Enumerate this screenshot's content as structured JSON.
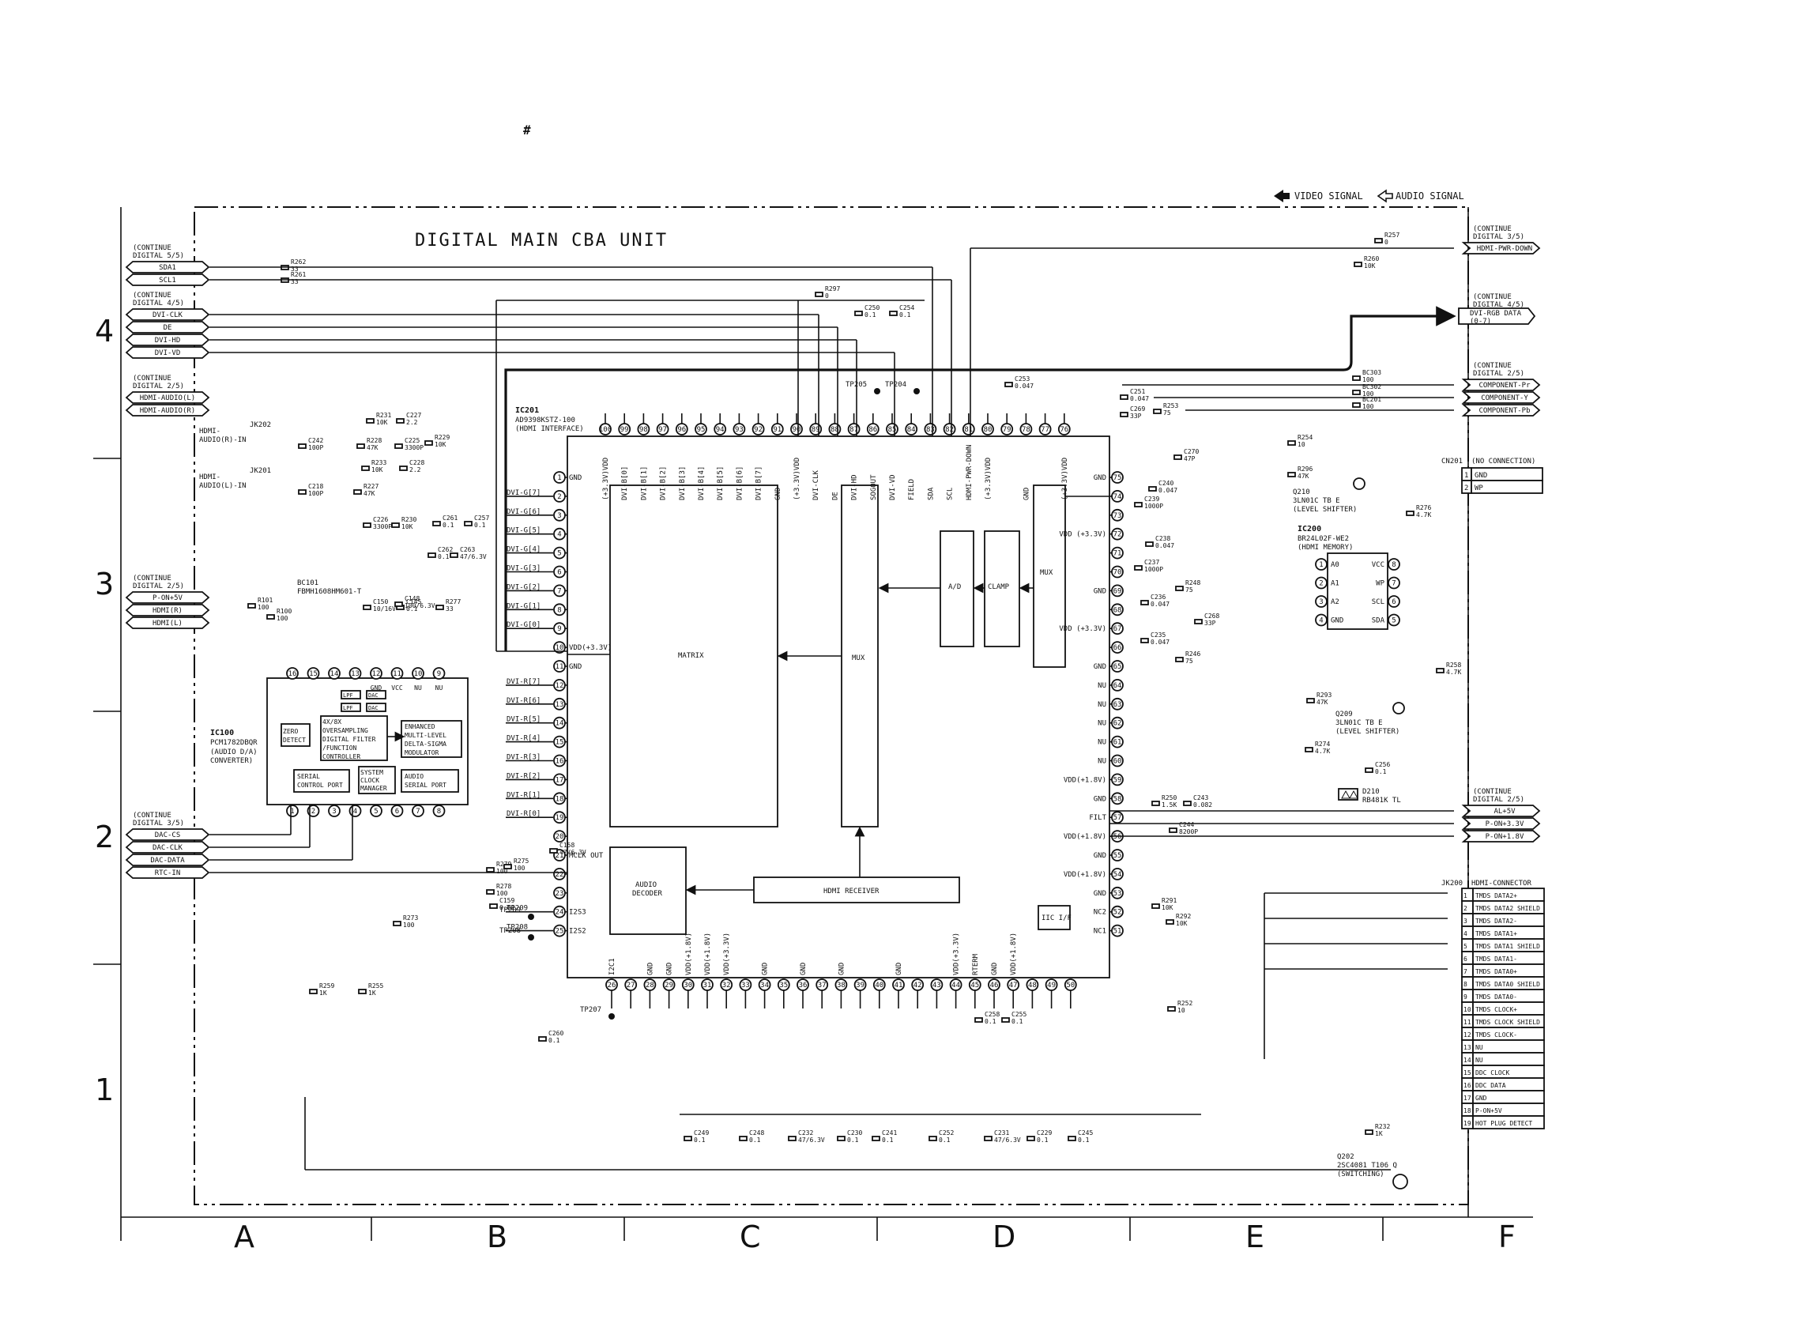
{
  "page": {
    "hash_mark": "#",
    "title": "DIGITAL MAIN CBA UNIT"
  },
  "legend": {
    "video": "VIDEO SIGNAL",
    "audio": "AUDIO SIGNAL"
  },
  "grid": {
    "rows": [
      "4",
      "3",
      "2",
      "1"
    ],
    "cols": [
      "A",
      "B",
      "C",
      "D",
      "E",
      "F"
    ]
  },
  "left_connectors": [
    {
      "note": [
        "(CONTINUE",
        "DIGITAL 5/5)"
      ],
      "signals": [
        "SDA1",
        "SCL1"
      ]
    },
    {
      "note": [
        "(CONTINUE",
        "DIGITAL 4/5)"
      ],
      "signals": [
        "DVI-CLK",
        "DE",
        "DVI-HD",
        "DVI-VD"
      ]
    },
    {
      "note": [
        "(CONTINUE",
        "DIGITAL 2/5)"
      ],
      "signals": [
        "HDMI-AUDIO(L)",
        "HDMI-AUDIO(R)"
      ]
    },
    {
      "note": [
        "(CONTINUE",
        "DIGITAL 2/5)"
      ],
      "signals": [
        "P-ON+5V",
        "HDMI(R)",
        "HDMI(L)"
      ]
    },
    {
      "note": [
        "(CONTINUE",
        "DIGITAL 3/5)"
      ],
      "signals": [
        "DAC-CS",
        "DAC-CLK",
        "DAC-DATA",
        "RTC-IN"
      ]
    }
  ],
  "right_connectors": [
    {
      "note": [
        "(CONTINUE",
        "DIGITAL 3/5)"
      ],
      "signals": [
        "HDMI-PWR-DOWN"
      ]
    },
    {
      "note": [
        "(CONTINUE",
        "DIGITAL 4/5)"
      ],
      "signals": [
        "DVI-RGB DATA",
        "(0-7)"
      ]
    },
    {
      "note": [
        "(CONTINUE",
        "DIGITAL 2/5)"
      ],
      "signals": [
        "COMPONENT-Pr",
        "COMPONENT-Y",
        "COMPONENT-Pb"
      ]
    },
    {
      "note": [
        "(CONTINUE",
        "DIGITAL 2/5)"
      ],
      "signals": [
        "AL+5V",
        "P-ON+3.3V",
        "P-ON+1.8V"
      ]
    }
  ],
  "ic201": {
    "ref": "IC201",
    "part": "AD9398KSTZ-100",
    "desc": "(HDMI INTERFACE)",
    "blocks": {
      "matrix": "MATRIX",
      "mux1": "MUX",
      "ad": "A/D",
      "clamp": "CLAMP",
      "mux2": "MUX",
      "audio_decoder": [
        "AUDIO",
        "DECODER"
      ],
      "hdmi_receiver": "HDMI RECEIVER",
      "iic": "IIC I/F"
    },
    "top_pins": [
      {
        "n": "100",
        "l": "(+3.3V)VDD"
      },
      {
        "n": "99",
        "l": "DVI-B[0]"
      },
      {
        "n": "98",
        "l": "DVI-B[1]"
      },
      {
        "n": "97",
        "l": "DVI-B[2]"
      },
      {
        "n": "96",
        "l": "DVI-B[3]"
      },
      {
        "n": "95",
        "l": "DVI-B[4]"
      },
      {
        "n": "94",
        "l": "DVI-B[5]"
      },
      {
        "n": "93",
        "l": "DVI-B[6]"
      },
      {
        "n": "92",
        "l": "DVI-B[7]"
      },
      {
        "n": "91",
        "l": "GND"
      },
      {
        "n": "90",
        "l": "(+3.3V)VDD"
      },
      {
        "n": "89",
        "l": "DVI-CLK"
      },
      {
        "n": "88",
        "l": "DE"
      },
      {
        "n": "87",
        "l": "DVI-HD"
      },
      {
        "n": "86",
        "l": "SOGOUT"
      },
      {
        "n": "85",
        "l": "DVI-VD"
      },
      {
        "n": "84",
        "l": "FIELD"
      },
      {
        "n": "83",
        "l": "SDA"
      },
      {
        "n": "82",
        "l": "SCL"
      },
      {
        "n": "81",
        "l": "HDMI-PWR-DOWN"
      },
      {
        "n": "80",
        "l": "(+3.3V)VDD"
      },
      {
        "n": "79",
        "l": ""
      },
      {
        "n": "78",
        "l": "GND"
      },
      {
        "n": "77",
        "l": ""
      },
      {
        "n": "76",
        "l": "(+3.3V)VDD"
      }
    ],
    "left_pins": [
      {
        "n": "1",
        "l": "GND",
        "net": ""
      },
      {
        "n": "2",
        "l": "",
        "net": "DVI-G[7]"
      },
      {
        "n": "3",
        "l": "",
        "net": "DVI-G[6]"
      },
      {
        "n": "4",
        "l": "",
        "net": "DVI-G[5]"
      },
      {
        "n": "5",
        "l": "",
        "net": "DVI-G[4]"
      },
      {
        "n": "6",
        "l": "",
        "net": "DVI-G[3]"
      },
      {
        "n": "7",
        "l": "",
        "net": "DVI-G[2]"
      },
      {
        "n": "8",
        "l": "",
        "net": "DVI-G[1]"
      },
      {
        "n": "9",
        "l": "",
        "net": "DVI-G[0]"
      },
      {
        "n": "10",
        "l": "VDD(+3.3V)",
        "net": ""
      },
      {
        "n": "11",
        "l": "GND",
        "net": ""
      },
      {
        "n": "12",
        "l": "",
        "net": "DVI-R[7]"
      },
      {
        "n": "13",
        "l": "",
        "net": "DVI-R[6]"
      },
      {
        "n": "14",
        "l": "",
        "net": "DVI-R[5]"
      },
      {
        "n": "15",
        "l": "",
        "net": "DVI-R[4]"
      },
      {
        "n": "16",
        "l": "",
        "net": "DVI-R[3]"
      },
      {
        "n": "17",
        "l": "",
        "net": "DVI-R[2]"
      },
      {
        "n": "18",
        "l": "",
        "net": "DVI-R[1]"
      },
      {
        "n": "19",
        "l": "",
        "net": "DVI-R[0]"
      },
      {
        "n": "20",
        "l": "",
        "net": ""
      },
      {
        "n": "21",
        "l": "MCLK OUT",
        "net": ""
      },
      {
        "n": "22",
        "l": "",
        "net": ""
      },
      {
        "n": "23",
        "l": "",
        "net": ""
      },
      {
        "n": "24",
        "l": "I2S3",
        "net": "TP209"
      },
      {
        "n": "25",
        "l": "I2S2",
        "net": "TP208"
      }
    ],
    "right_pins": [
      {
        "n": "75",
        "l": "GND"
      },
      {
        "n": "74",
        "l": ""
      },
      {
        "n": "73",
        "l": ""
      },
      {
        "n": "72",
        "l": "VDD (+3.3V)"
      },
      {
        "n": "71",
        "l": ""
      },
      {
        "n": "70",
        "l": ""
      },
      {
        "n": "69",
        "l": "GND"
      },
      {
        "n": "68",
        "l": ""
      },
      {
        "n": "67",
        "l": "VDD (+3.3V)"
      },
      {
        "n": "66",
        "l": ""
      },
      {
        "n": "65",
        "l": "GND"
      },
      {
        "n": "64",
        "l": "NU"
      },
      {
        "n": "63",
        "l": "NU"
      },
      {
        "n": "62",
        "l": "NU"
      },
      {
        "n": "61",
        "l": "NU"
      },
      {
        "n": "60",
        "l": "NU"
      },
      {
        "n": "59",
        "l": "VDD(+1.8V)"
      },
      {
        "n": "58",
        "l": "GND"
      },
      {
        "n": "57",
        "l": "FILT"
      },
      {
        "n": "56",
        "l": "VDD(+1.8V)"
      },
      {
        "n": "55",
        "l": "GND"
      },
      {
        "n": "54",
        "l": "VDD(+1.8V)"
      },
      {
        "n": "53",
        "l": "GND"
      },
      {
        "n": "52",
        "l": "NC2"
      },
      {
        "n": "51",
        "l": "NC1"
      }
    ],
    "bottom_pins": [
      {
        "n": "26",
        "l": "I2C1"
      },
      {
        "n": "27",
        "l": ""
      },
      {
        "n": "28",
        "l": "GND"
      },
      {
        "n": "29",
        "l": "GND"
      },
      {
        "n": "30",
        "l": "VDD(+1.8V)"
      },
      {
        "n": "31",
        "l": "VDD(+1.8V)"
      },
      {
        "n": "32",
        "l": "VDD(+3.3V)"
      },
      {
        "n": "33",
        "l": ""
      },
      {
        "n": "34",
        "l": "GND"
      },
      {
        "n": "35",
        "l": ""
      },
      {
        "n": "36",
        "l": "GND"
      },
      {
        "n": "37",
        "l": ""
      },
      {
        "n": "38",
        "l": "GND"
      },
      {
        "n": "39",
        "l": ""
      },
      {
        "n": "40",
        "l": ""
      },
      {
        "n": "41",
        "l": "GND"
      },
      {
        "n": "42",
        "l": ""
      },
      {
        "n": "43",
        "l": ""
      },
      {
        "n": "44",
        "l": "VDD(+3.3V)"
      },
      {
        "n": "45",
        "l": "RTERM"
      },
      {
        "n": "46",
        "l": "GND"
      },
      {
        "n": "47",
        "l": "VDD(+1.8V)"
      },
      {
        "n": "48",
        "l": ""
      },
      {
        "n": "49",
        "l": ""
      },
      {
        "n": "50",
        "l": ""
      }
    ]
  },
  "ic100": {
    "ref": "IC100",
    "part": "PCM1782DBQR",
    "desc": [
      "(AUDIO D/A)",
      "CONVERTER)"
    ],
    "top_pins": [
      "16",
      "15",
      "14",
      "13",
      "12",
      "11",
      "10",
      "9"
    ],
    "top_labels": [
      "",
      "",
      "",
      "",
      "GND",
      "VCC",
      "NU",
      "NU"
    ],
    "bottom_pins": [
      "1",
      "2",
      "3",
      "4",
      "5",
      "6",
      "7",
      "8"
    ],
    "blocks": {
      "lpf1": "LPF",
      "dac1": "DAC",
      "lpf2": "LPF",
      "dac2": "DAC",
      "zero": [
        "ZERO",
        "DETECT"
      ],
      "filter": [
        "4X/8X",
        "OVERSAMPLING",
        "DIGITAL FILTER",
        "/FUNCTION",
        "CONTROLLER"
      ],
      "delta": [
        "ENHANCED",
        "MULTI-LEVEL",
        "DELTA-SIGMA",
        "MODULATOR"
      ],
      "serial_ctrl": [
        "SERIAL",
        "CONTROL PORT"
      ],
      "sys_clk": [
        "SYSTEM",
        "CLOCK",
        "MANAGER"
      ],
      "audio_serial": [
        "AUDIO",
        "SERIAL PORT"
      ]
    }
  },
  "ic200": {
    "ref": "IC200",
    "part": "BR24L02F-WE2",
    "desc": "(HDMI MEMORY)",
    "left_pins": [
      {
        "n": "1",
        "l": "A0"
      },
      {
        "n": "2",
        "l": "A1"
      },
      {
        "n": "3",
        "l": "A2"
      },
      {
        "n": "4",
        "l": "GND"
      }
    ],
    "right_pins": [
      {
        "n": "8",
        "l": "VCC"
      },
      {
        "n": "7",
        "l": "WP"
      },
      {
        "n": "6",
        "l": "SCL"
      },
      {
        "n": "5",
        "l": "SDA"
      }
    ]
  },
  "transistors": [
    {
      "ref": "Q210",
      "part": "3LN01C TB E",
      "desc": "(LEVEL SHIFTER)"
    },
    {
      "ref": "Q209",
      "part": "3LN01C TB E",
      "desc": "(LEVEL SHIFTER)"
    },
    {
      "ref": "Q202",
      "part": "2SC4081 T106 Q",
      "desc": "(SWITCHING)"
    }
  ],
  "diode": {
    "ref": "D210",
    "part": "RB481K TL"
  },
  "jacks": [
    {
      "ref": "JK202",
      "desc": [
        "HDMI-",
        "AUDIO(R)-IN"
      ]
    },
    {
      "ref": "JK201",
      "desc": [
        "HDMI-",
        "AUDIO(L)-IN"
      ]
    }
  ],
  "bead": {
    "ref": "BC101",
    "part": "FBMH1608HM601-T"
  },
  "cn201": {
    "ref": "CN201",
    "title": "(NO CONNECTION)",
    "pins": [
      {
        "n": "1",
        "l": "GND"
      },
      {
        "n": "2",
        "l": "WP"
      }
    ]
  },
  "jk200": {
    "ref": "JK200",
    "title": "HDMI-CONNECTOR",
    "pins": [
      {
        "n": "1",
        "l": "TMDS DATA2+"
      },
      {
        "n": "2",
        "l": "TMDS DATA2 SHIELD"
      },
      {
        "n": "3",
        "l": "TMDS DATA2-"
      },
      {
        "n": "4",
        "l": "TMDS DATA1+"
      },
      {
        "n": "5",
        "l": "TMDS DATA1 SHIELD"
      },
      {
        "n": "6",
        "l": "TMDS DATA1-"
      },
      {
        "n": "7",
        "l": "TMDS DATA0+"
      },
      {
        "n": "8",
        "l": "TMDS DATA0 SHIELD"
      },
      {
        "n": "9",
        "l": "TMDS DATA0-"
      },
      {
        "n": "10",
        "l": "TMDS CLOCK+"
      },
      {
        "n": "11",
        "l": "TMDS CLOCK SHIELD"
      },
      {
        "n": "12",
        "l": "TMDS CLOCK-"
      },
      {
        "n": "13",
        "l": "NU"
      },
      {
        "n": "14",
        "l": "NU"
      },
      {
        "n": "15",
        "l": "DDC CLOCK"
      },
      {
        "n": "16",
        "l": "DDC DATA"
      },
      {
        "n": "17",
        "l": "GND"
      },
      {
        "n": "18",
        "l": "P-ON+5V"
      },
      {
        "n": "19",
        "l": "HOT PLUG DETECT"
      }
    ]
  },
  "test_points": [
    "TP205",
    "TP204",
    "TP209",
    "TP208",
    "TP207"
  ],
  "components": [
    {
      "ref": "R262",
      "val": "33"
    },
    {
      "ref": "R261",
      "val": "33"
    },
    {
      "ref": "R297",
      "val": "0"
    },
    {
      "ref": "C250",
      "val": "0.1"
    },
    {
      "ref": "C254",
      "val": "0.1"
    },
    {
      "ref": "R257",
      "val": "0"
    },
    {
      "ref": "R260",
      "val": "10K"
    },
    {
      "ref": "BC303",
      "val": "100"
    },
    {
      "ref": "BC302",
      "val": "100"
    },
    {
      "ref": "BC201",
      "val": "100"
    },
    {
      "ref": "C253",
      "val": "0.047"
    },
    {
      "ref": "C251",
      "val": "0.047"
    },
    {
      "ref": "C269",
      "val": "33P"
    },
    {
      "ref": "R253",
      "val": "75"
    },
    {
      "ref": "C270",
      "val": "47P"
    },
    {
      "ref": "R254",
      "val": "10"
    },
    {
      "ref": "R296",
      "val": "47K"
    },
    {
      "ref": "C240",
      "val": "0.047"
    },
    {
      "ref": "C239",
      "val": "1000P"
    },
    {
      "ref": "R276",
      "val": "4.7K"
    },
    {
      "ref": "C238",
      "val": "0.047"
    },
    {
      "ref": "C237",
      "val": "1000P"
    },
    {
      "ref": "R248",
      "val": "75"
    },
    {
      "ref": "C236",
      "val": "0.047"
    },
    {
      "ref": "C268",
      "val": "33P"
    },
    {
      "ref": "C235",
      "val": "0.047"
    },
    {
      "ref": "R246",
      "val": "75"
    },
    {
      "ref": "R258",
      "val": "4.7K"
    },
    {
      "ref": "R293",
      "val": "47K"
    },
    {
      "ref": "R274",
      "val": "4.7K"
    },
    {
      "ref": "C256",
      "val": "0.1"
    },
    {
      "ref": "R250",
      "val": "1.5K"
    },
    {
      "ref": "C243",
      "val": "0.082"
    },
    {
      "ref": "C244",
      "val": "8200P"
    },
    {
      "ref": "R291",
      "val": "10K"
    },
    {
      "ref": "R292",
      "val": "10K"
    },
    {
      "ref": "R252",
      "val": "10"
    },
    {
      "ref": "R232",
      "val": "1K"
    },
    {
      "ref": "R231",
      "val": "10K"
    },
    {
      "ref": "C227",
      "val": "2.2"
    },
    {
      "ref": "C242",
      "val": "100P"
    },
    {
      "ref": "R228",
      "val": "47K"
    },
    {
      "ref": "C225",
      "val": "3300P"
    },
    {
      "ref": "R229",
      "val": "10K"
    },
    {
      "ref": "R233",
      "val": "10K"
    },
    {
      "ref": "C228",
      "val": "2.2"
    },
    {
      "ref": "C218",
      "val": "100P"
    },
    {
      "ref": "R227",
      "val": "47K"
    },
    {
      "ref": "C226",
      "val": "3300P"
    },
    {
      "ref": "R230",
      "val": "10K"
    },
    {
      "ref": "C261",
      "val": "0.1"
    },
    {
      "ref": "C257",
      "val": "0.1"
    },
    {
      "ref": "C262",
      "val": "0.1"
    },
    {
      "ref": "C263",
      "val": "47/6.3V"
    },
    {
      "ref": "R101",
      "val": "100"
    },
    {
      "ref": "R100",
      "val": "100"
    },
    {
      "ref": "C150",
      "val": "10/16V"
    },
    {
      "ref": "C145",
      "val": "0.1"
    },
    {
      "ref": "C148",
      "val": "100/6.3V"
    },
    {
      "ref": "R277",
      "val": "33"
    },
    {
      "ref": "R279",
      "val": "100"
    },
    {
      "ref": "R278",
      "val": "100"
    },
    {
      "ref": "R275",
      "val": "100"
    },
    {
      "ref": "C158",
      "val": "47/6.3V"
    },
    {
      "ref": "C159",
      "val": "0.01"
    },
    {
      "ref": "R273",
      "val": "100"
    },
    {
      "ref": "R259",
      "val": "1K"
    },
    {
      "ref": "R255",
      "val": "1K"
    },
    {
      "ref": "C260",
      "val": "0.1"
    },
    {
      "ref": "C258",
      "val": "0.1"
    },
    {
      "ref": "C255",
      "val": "0.1"
    },
    {
      "ref": "C249",
      "val": "0.1"
    },
    {
      "ref": "C248",
      "val": "0.1"
    },
    {
      "ref": "C232",
      "val": "47/6.3V"
    },
    {
      "ref": "C230",
      "val": "0.1"
    },
    {
      "ref": "C241",
      "val": "0.1"
    },
    {
      "ref": "C252",
      "val": "0.1"
    },
    {
      "ref": "C231",
      "val": "47/6.3V"
    },
    {
      "ref": "C229",
      "val": "0.1"
    },
    {
      "ref": "C245",
      "val": "0.1"
    }
  ]
}
